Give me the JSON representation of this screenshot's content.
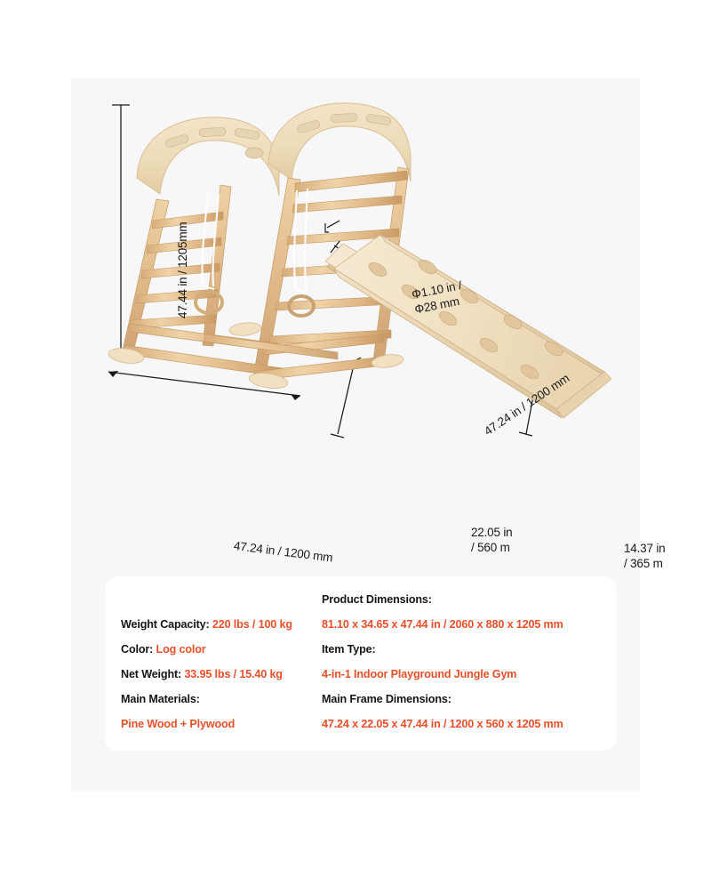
{
  "product": {
    "name": "4-in-1 Indoor Playground Jungle Gym",
    "wood_tone": "#e8c79a",
    "accent_color": "#e8502a",
    "panel_bg": "#f7f7f7",
    "card_bg": "#ffffff"
  },
  "diagram": {
    "labels": {
      "height": "47.44 in / 1205mm",
      "diameter": "Φ1.10 in /\nΦ28 mm",
      "slide_length": "47.24 in / 1200 mm",
      "base_width": "47.24 in / 1200 mm",
      "depth": "22.05 in\n/ 560 m",
      "slide_height": "14.37 in\n/ 365 m"
    }
  },
  "spec_card": {
    "left_column": [
      {
        "label": "Weight Capacity: ",
        "value": "220 lbs / 100 kg"
      },
      {
        "label": "Color: ",
        "value": "Log color"
      },
      {
        "label": "Net Weight: ",
        "value": "33.95 lbs / 15.40 kg"
      },
      {
        "label": "Main Materials:",
        "value": ""
      },
      {
        "label": "",
        "value": "Pine Wood + Plywood"
      }
    ],
    "right_column": [
      {
        "label": "Product Dimensions:",
        "value": ""
      },
      {
        "label": "",
        "value": "81.10 x 34.65 x 47.44 in / 2060 x 880 x 1205 mm"
      },
      {
        "label": "Item Type:",
        "value": ""
      },
      {
        "label": "",
        "value": "4-in-1 Indoor Playground Jungle Gym"
      },
      {
        "label": "Main Frame Dimensions:",
        "value": ""
      },
      {
        "label": "",
        "value": "47.24 x 22.05 x 47.44 in / 1200 x 560 x 1205 mm"
      }
    ]
  }
}
